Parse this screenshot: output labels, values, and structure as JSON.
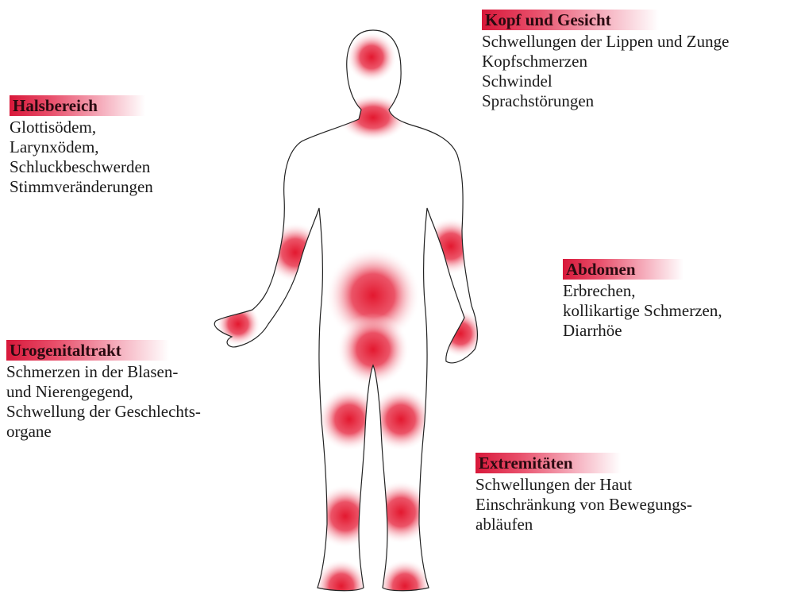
{
  "colors": {
    "accent": "#d8183a",
    "spot": "#e3182f"
  },
  "regions": [
    {
      "id": "kopf",
      "title": "Kopf und Gesicht",
      "lines": [
        "Schwellungen der Lippen und  Zunge",
        "Kopfschmerzen",
        "Schwindel",
        "Sprachstörungen"
      ]
    },
    {
      "id": "hals",
      "title": "Halsbereich",
      "lines": [
        "Glottisödem,",
        "Larynxödem,",
        "Schluckbeschwerden",
        "Stimmveränderungen"
      ]
    },
    {
      "id": "abdomen",
      "title": "Abdomen",
      "lines": [
        "Erbrechen,",
        "kollikartige Schmerzen,",
        "Diarrhöe"
      ]
    },
    {
      "id": "uro",
      "title": "Urogenitaltrakt",
      "lines": [
        "Schmerzen in der Blasen-",
        "und Nierengegend,",
        "Schwellung der  Geschlechts-",
        "organe"
      ]
    },
    {
      "id": "extrem",
      "title": "Extremitäten",
      "lines": [
        "Schwellungen der Haut",
        "Einschränkung von Bewegungs-",
        "abläufen"
      ]
    }
  ]
}
